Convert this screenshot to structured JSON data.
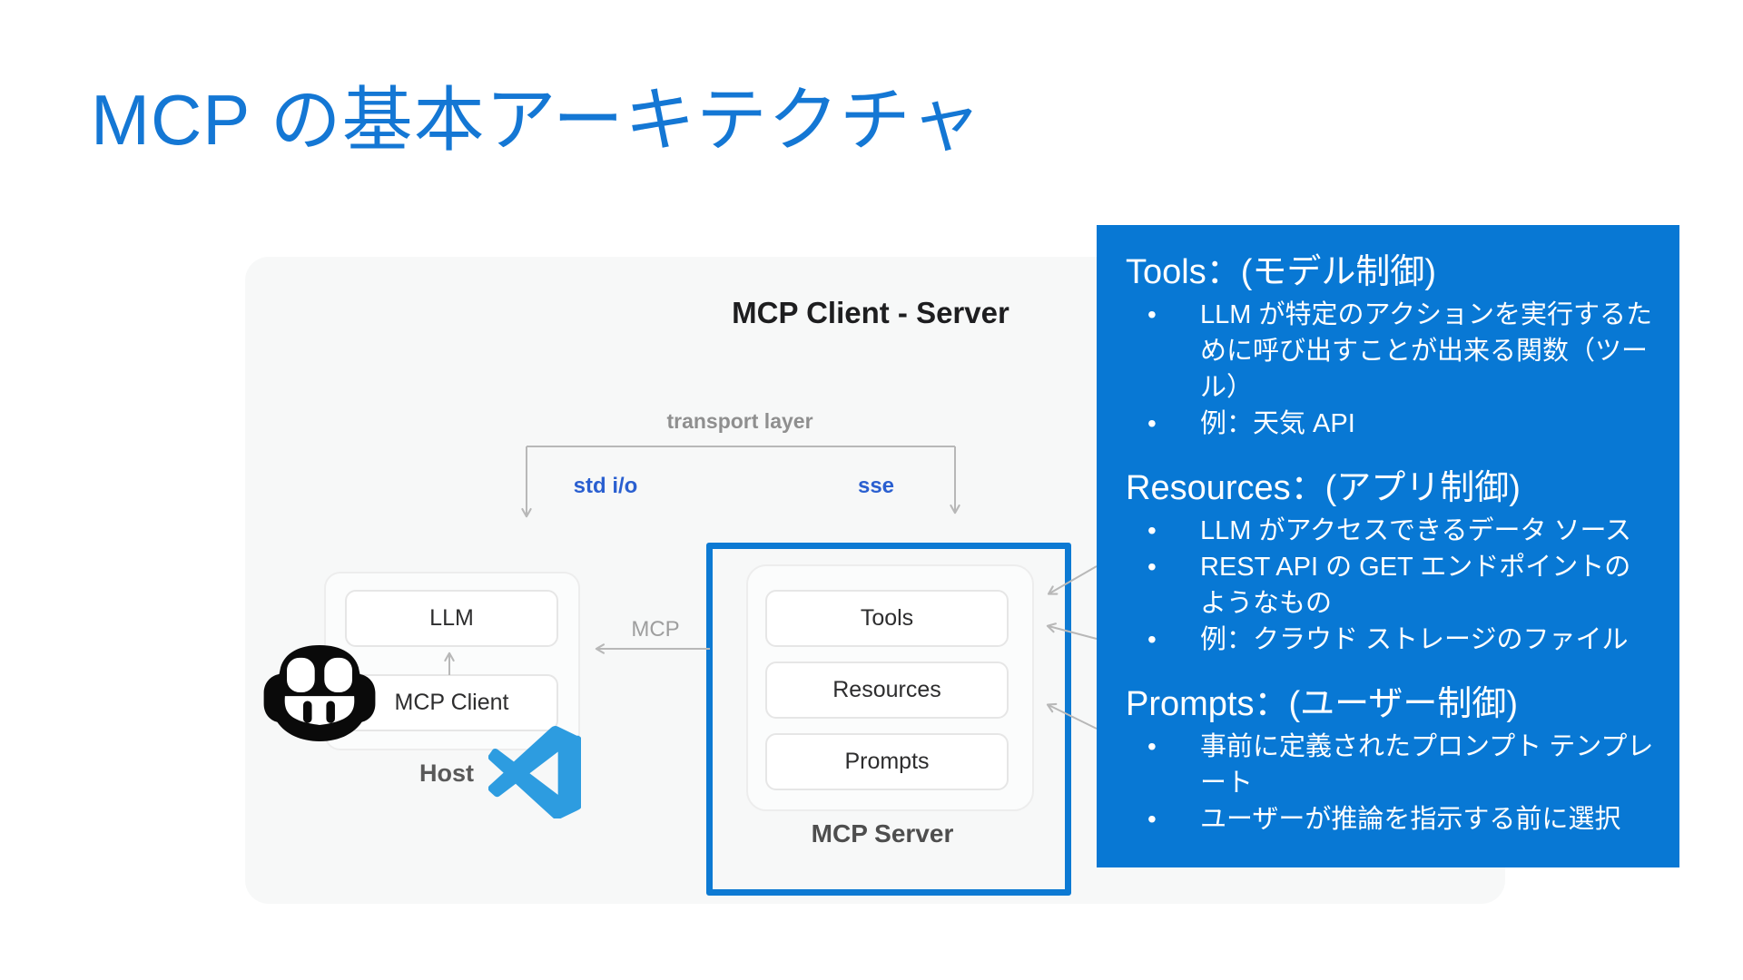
{
  "slide": {
    "title": "MCP の基本アーキテクチャ"
  },
  "diagram": {
    "title": "MCP Client - Server",
    "transport_label": "transport layer",
    "stdio_label": "std i/o",
    "sse_label": "sse",
    "mcp_arrow_label": "MCP",
    "host": {
      "label": "Host",
      "llm_box": "LLM",
      "client_box": "MCP Client"
    },
    "server": {
      "label": "MCP Server",
      "boxes": [
        "Tools",
        "Resources",
        "Prompts"
      ]
    },
    "icons": {
      "copilot": "copilot-robot-icon",
      "vscode": "vscode-logo-icon"
    }
  },
  "panel": {
    "sections": [
      {
        "heading": "Tools：(モデル制御)",
        "bullets": [
          "LLM が特定のアクションを実行するために呼び出すことが出来る関数（ツール）",
          "例：天気 API"
        ]
      },
      {
        "heading": "Resources：(アプリ制御)",
        "bullets": [
          "LLM がアクセスできるデータ ソース",
          "REST API の GET エンドポイントのようなもの",
          "例：クラウド ストレージのファイル"
        ]
      },
      {
        "heading": "Prompts：(ユーザー制御)",
        "bullets": [
          "事前に定義されたプロンプト テンプレート",
          "ユーザーが推論を指示する前に選択"
        ]
      }
    ]
  },
  "colors": {
    "title_blue": "#1477d4",
    "panel_blue": "#0878d4",
    "server_border_blue": "#0d7ad3",
    "transport_label_blue": "#2a5fd0",
    "vscode_blue": "#2d9ce0",
    "line_gray": "#b8b8b8"
  }
}
